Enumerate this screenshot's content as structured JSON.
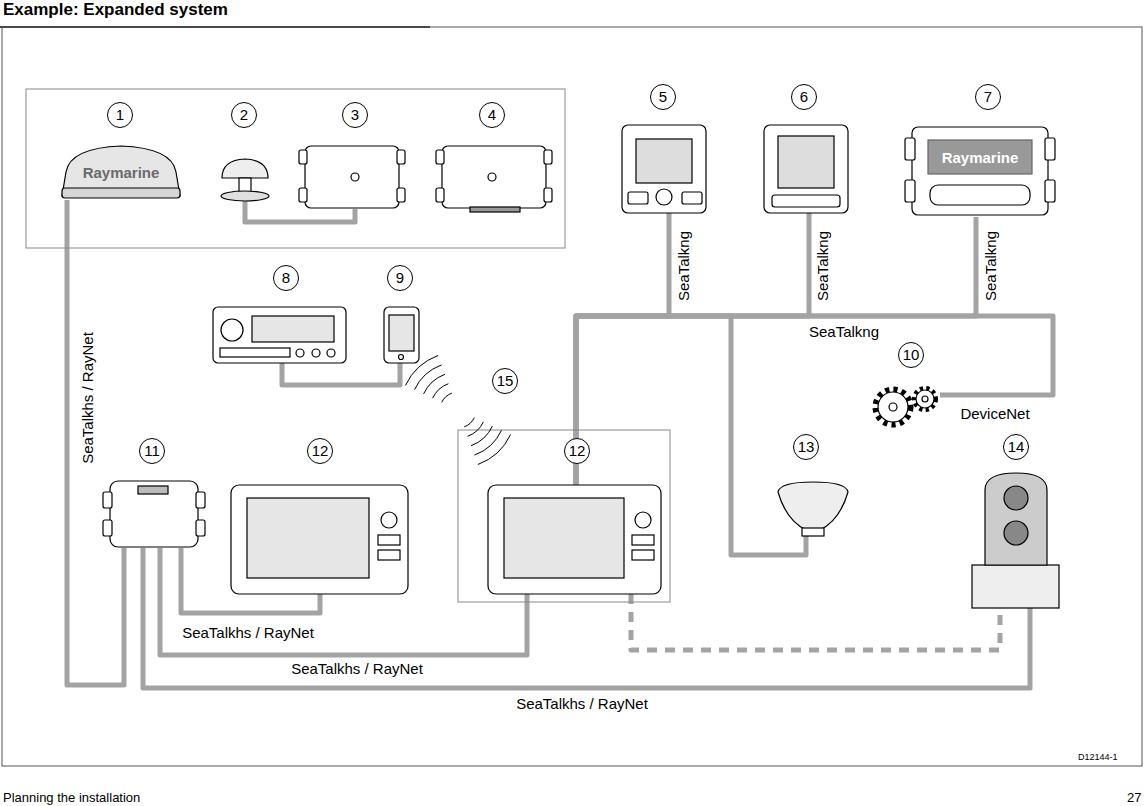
{
  "diagram": {
    "title": "Example: Expanded system",
    "nodes": [
      {
        "text": [
          "1",
          "Raymarine"
        ]
      },
      {
        "text": [
          "2"
        ]
      },
      {
        "text": [
          "3"
        ]
      },
      {
        "text": [
          "4"
        ]
      },
      {
        "text": [
          "5"
        ]
      },
      {
        "text": [
          "6"
        ]
      },
      {
        "text": [
          "7",
          "Raymarine"
        ]
      },
      {
        "text": [
          "8"
        ]
      },
      {
        "text": [
          "9"
        ]
      },
      {
        "text": [
          "10"
        ]
      },
      {
        "text": [
          "11"
        ]
      },
      {
        "text": [
          "12"
        ]
      },
      {
        "text": [
          "12"
        ]
      },
      {
        "text": [
          "13"
        ]
      },
      {
        "text": [
          "14"
        ]
      }
    ],
    "edges": [
      {
        "from": 10,
        "to": 0,
        "arrow": "none",
        "label": "SeaTalkhs / RayNet"
      },
      {
        "from": 10,
        "to": 11,
        "arrow": "none",
        "label": "SeaTalkhs / RayNet"
      },
      {
        "from": 10,
        "to": 12,
        "arrow": "none",
        "label": "SeaTalkhs / RayNet"
      },
      {
        "from": 10,
        "to": 14,
        "arrow": "none",
        "label": "SeaTalkhs / RayNet"
      },
      {
        "from": 12,
        "to": 14,
        "arrow": "none"
      },
      {
        "from": 1,
        "to": 2,
        "arrow": "none"
      },
      {
        "from": 7,
        "to": 8,
        "arrow": "none"
      },
      {
        "from": 12,
        "to": 4,
        "arrow": "none",
        "label": "SeaTalkng"
      },
      {
        "from": 12,
        "to": 5,
        "arrow": "none",
        "label": "SeaTalkng"
      },
      {
        "from": 12,
        "to": 6,
        "arrow": "none",
        "label": "SeaTalkng"
      },
      {
        "from": 12,
        "to": 13,
        "arrow": "none",
        "label": "SeaTalkng"
      },
      {
        "from": 12,
        "to": 9,
        "arrow": "none",
        "label": "DeviceNet"
      }
    ],
    "labels": [
      "15",
      "D12144-1",
      "Planning the installation",
      "27"
    ]
  }
}
